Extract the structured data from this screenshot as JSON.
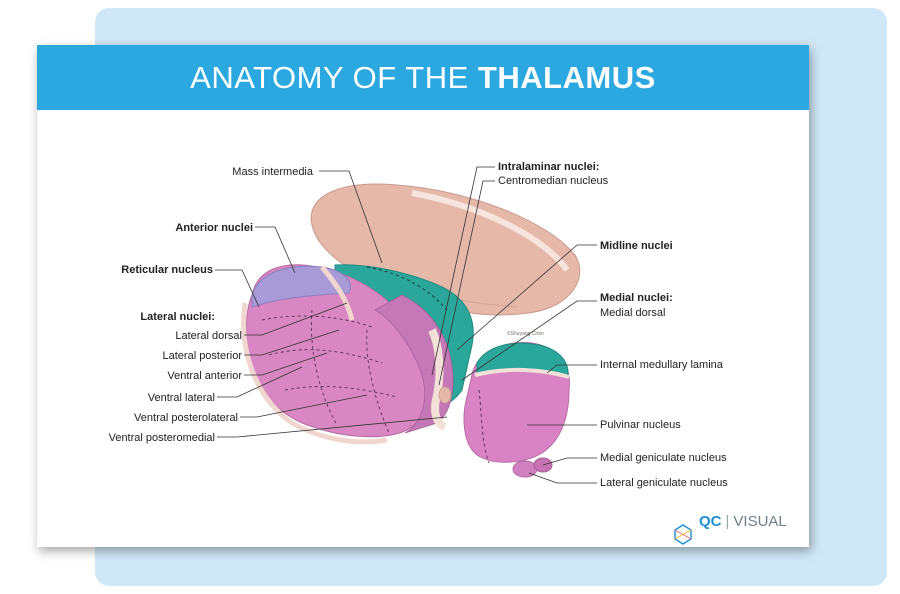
{
  "title": {
    "prefix": "ANATOMY OF THE",
    "emphasis": "THALAMUS"
  },
  "labels": {
    "mass_intermedia": "Mass intermedia",
    "anterior_nuclei": "Anterior nuclei",
    "reticular_nucleus": "Reticular nucleus",
    "lateral_nuclei": "Lateral nuclei:",
    "lateral_dorsal": "Lateral dorsal",
    "lateral_posterior": "Lateral posterior",
    "ventral_anterior": "Ventral anterior",
    "ventral_lateral": "Ventral lateral",
    "ventral_posterolateral": "Ventral posterolateral",
    "ventral_posteromedial": "Ventral posteromedial",
    "intralaminar_nuclei": "Intralaminar nuclei:",
    "centromedian_nucleus": "Centromedian nucleus",
    "midline_nuclei": "Midline nuclei",
    "medial_nuclei": "Medial nuclei:",
    "medial_dorsal": "Medial dorsal",
    "internal_medullary_lamina": "Internal medullary lamina",
    "pulvinar_nucleus": "Pulvinar nucleus",
    "medial_geniculate_nucleus": "Medial geniculate nucleus",
    "lateral_geniculate_nucleus": "Lateral geniculate nucleus"
  },
  "artist_credit": "©Shuyang Chen",
  "brand": {
    "logo": "QC",
    "name": "VISUAL"
  },
  "colors": {
    "banner": "#2ca8e0",
    "back_card": "#cfe7f6",
    "medial_tan": "#e6b8aa",
    "lateral_pink": "#d887c2",
    "anterior_purple": "#a79ad6",
    "teal": "#2aa79a",
    "pulvinar": "#d982c4"
  }
}
